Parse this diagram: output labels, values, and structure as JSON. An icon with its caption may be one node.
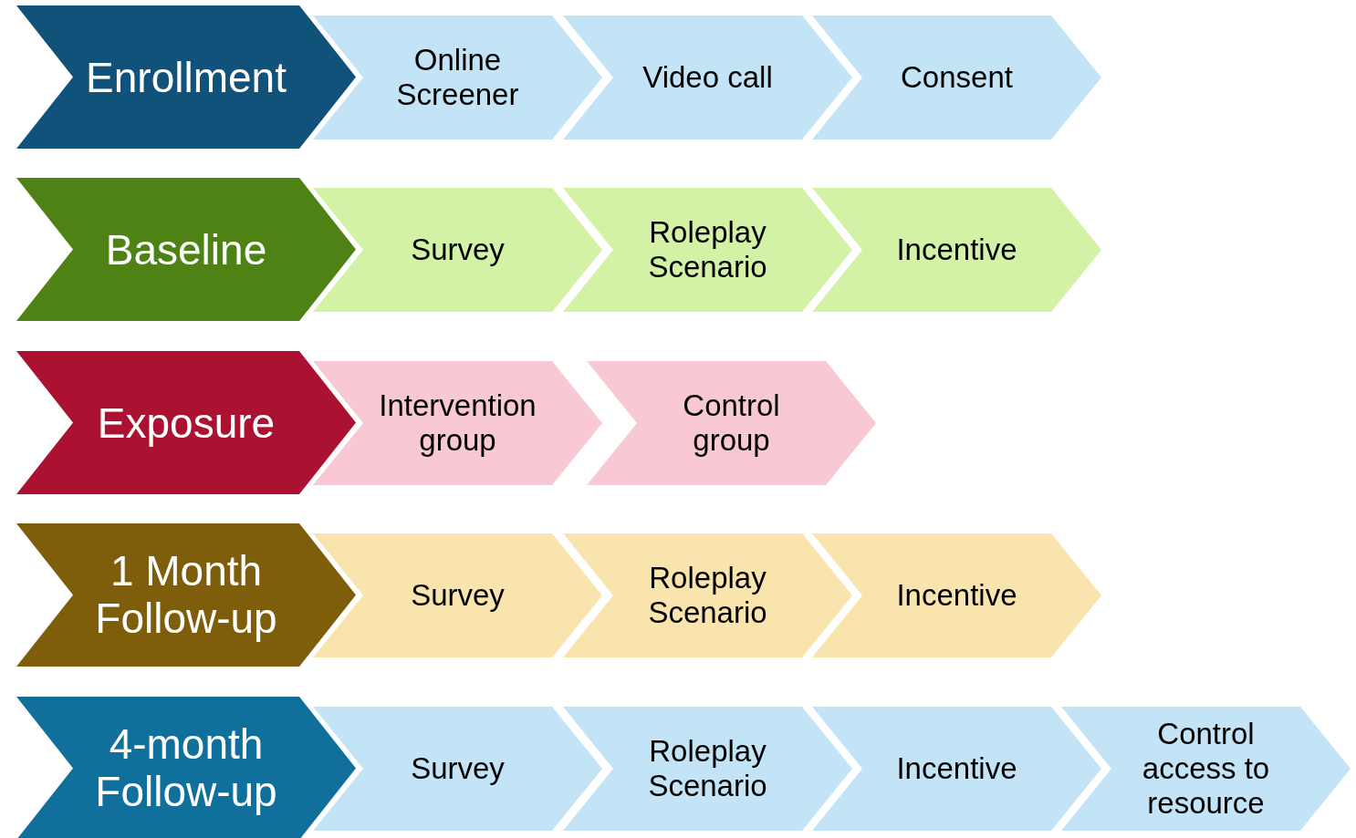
{
  "diagram": {
    "nodes": [
      {
        "text": [
          "Enrollment"
        ]
      },
      {
        "text": [
          "Online Screener"
        ]
      },
      {
        "text": [
          "Video call"
        ]
      },
      {
        "text": [
          "Consent"
        ]
      },
      {
        "text": [
          "Baseline"
        ]
      },
      {
        "text": [
          "Survey"
        ]
      },
      {
        "text": [
          "Roleplay Scenario"
        ]
      },
      {
        "text": [
          "Incentive"
        ]
      },
      {
        "text": [
          "Exposure"
        ]
      },
      {
        "text": [
          "Intervention group"
        ]
      },
      {
        "text": [
          "Control group"
        ]
      },
      {
        "text": [
          "1 Month Follow-up"
        ]
      },
      {
        "text": [
          "Survey"
        ]
      },
      {
        "text": [
          "Roleplay Scenario"
        ]
      },
      {
        "text": [
          "Incentive"
        ]
      },
      {
        "text": [
          "4-month Follow-up"
        ]
      },
      {
        "text": [
          "Survey"
        ]
      },
      {
        "text": [
          "Roleplay Scenario"
        ]
      },
      {
        "text": [
          "Incentive"
        ]
      },
      {
        "text": [
          "Control access to resource"
        ]
      }
    ]
  }
}
